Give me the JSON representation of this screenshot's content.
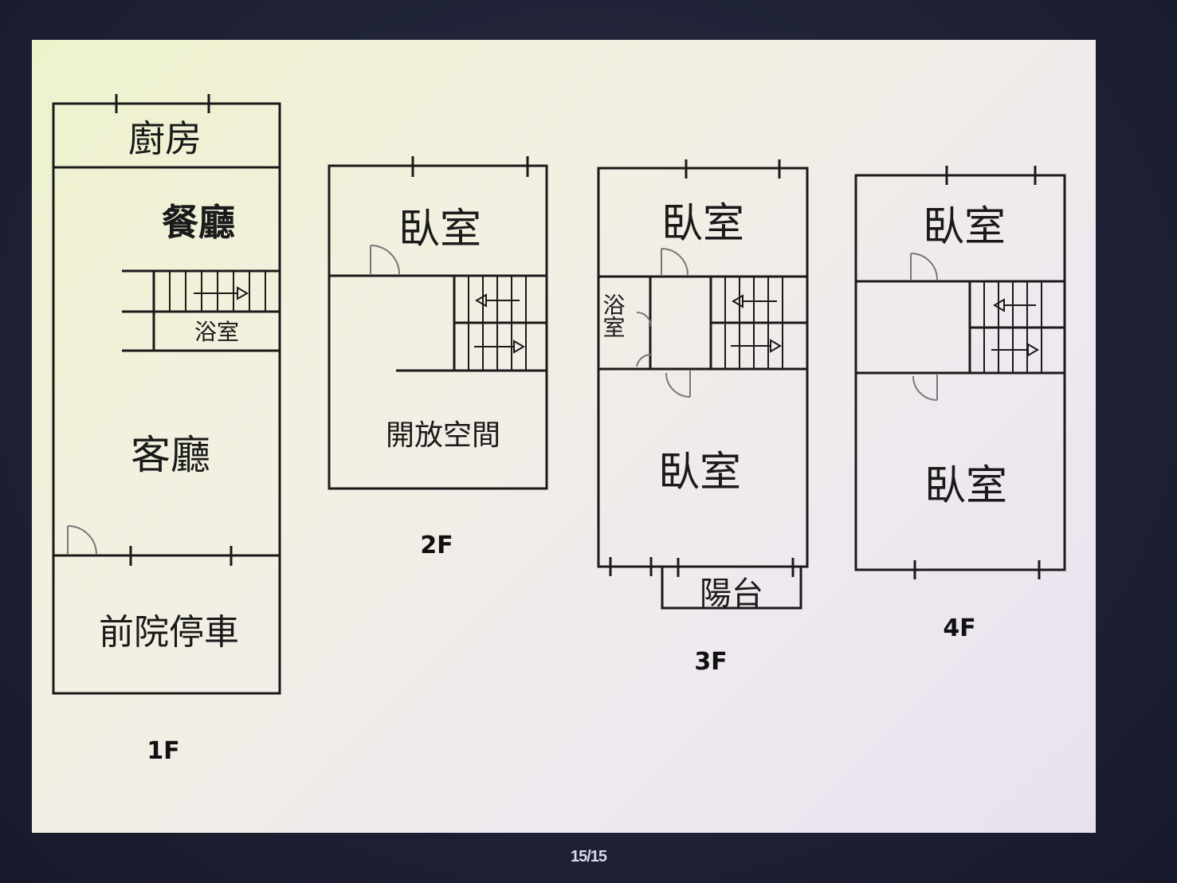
{
  "viewer": {
    "page_counter": "15/15"
  },
  "floor_plan": {
    "floors": [
      {
        "name": "1F",
        "rooms": [
          "廚房",
          "餐廳",
          "浴室",
          "客廳",
          "前院停車"
        ]
      },
      {
        "name": "2F",
        "rooms": [
          "臥室",
          "開放空間"
        ]
      },
      {
        "name": "3F",
        "rooms": [
          "臥室",
          "浴室",
          "臥室",
          "陽台"
        ]
      },
      {
        "name": "4F",
        "rooms": [
          "臥室",
          "臥室"
        ]
      }
    ]
  },
  "colors": {
    "wall": "#1a1a1a",
    "door": "#777777",
    "background": "#171a2a"
  }
}
